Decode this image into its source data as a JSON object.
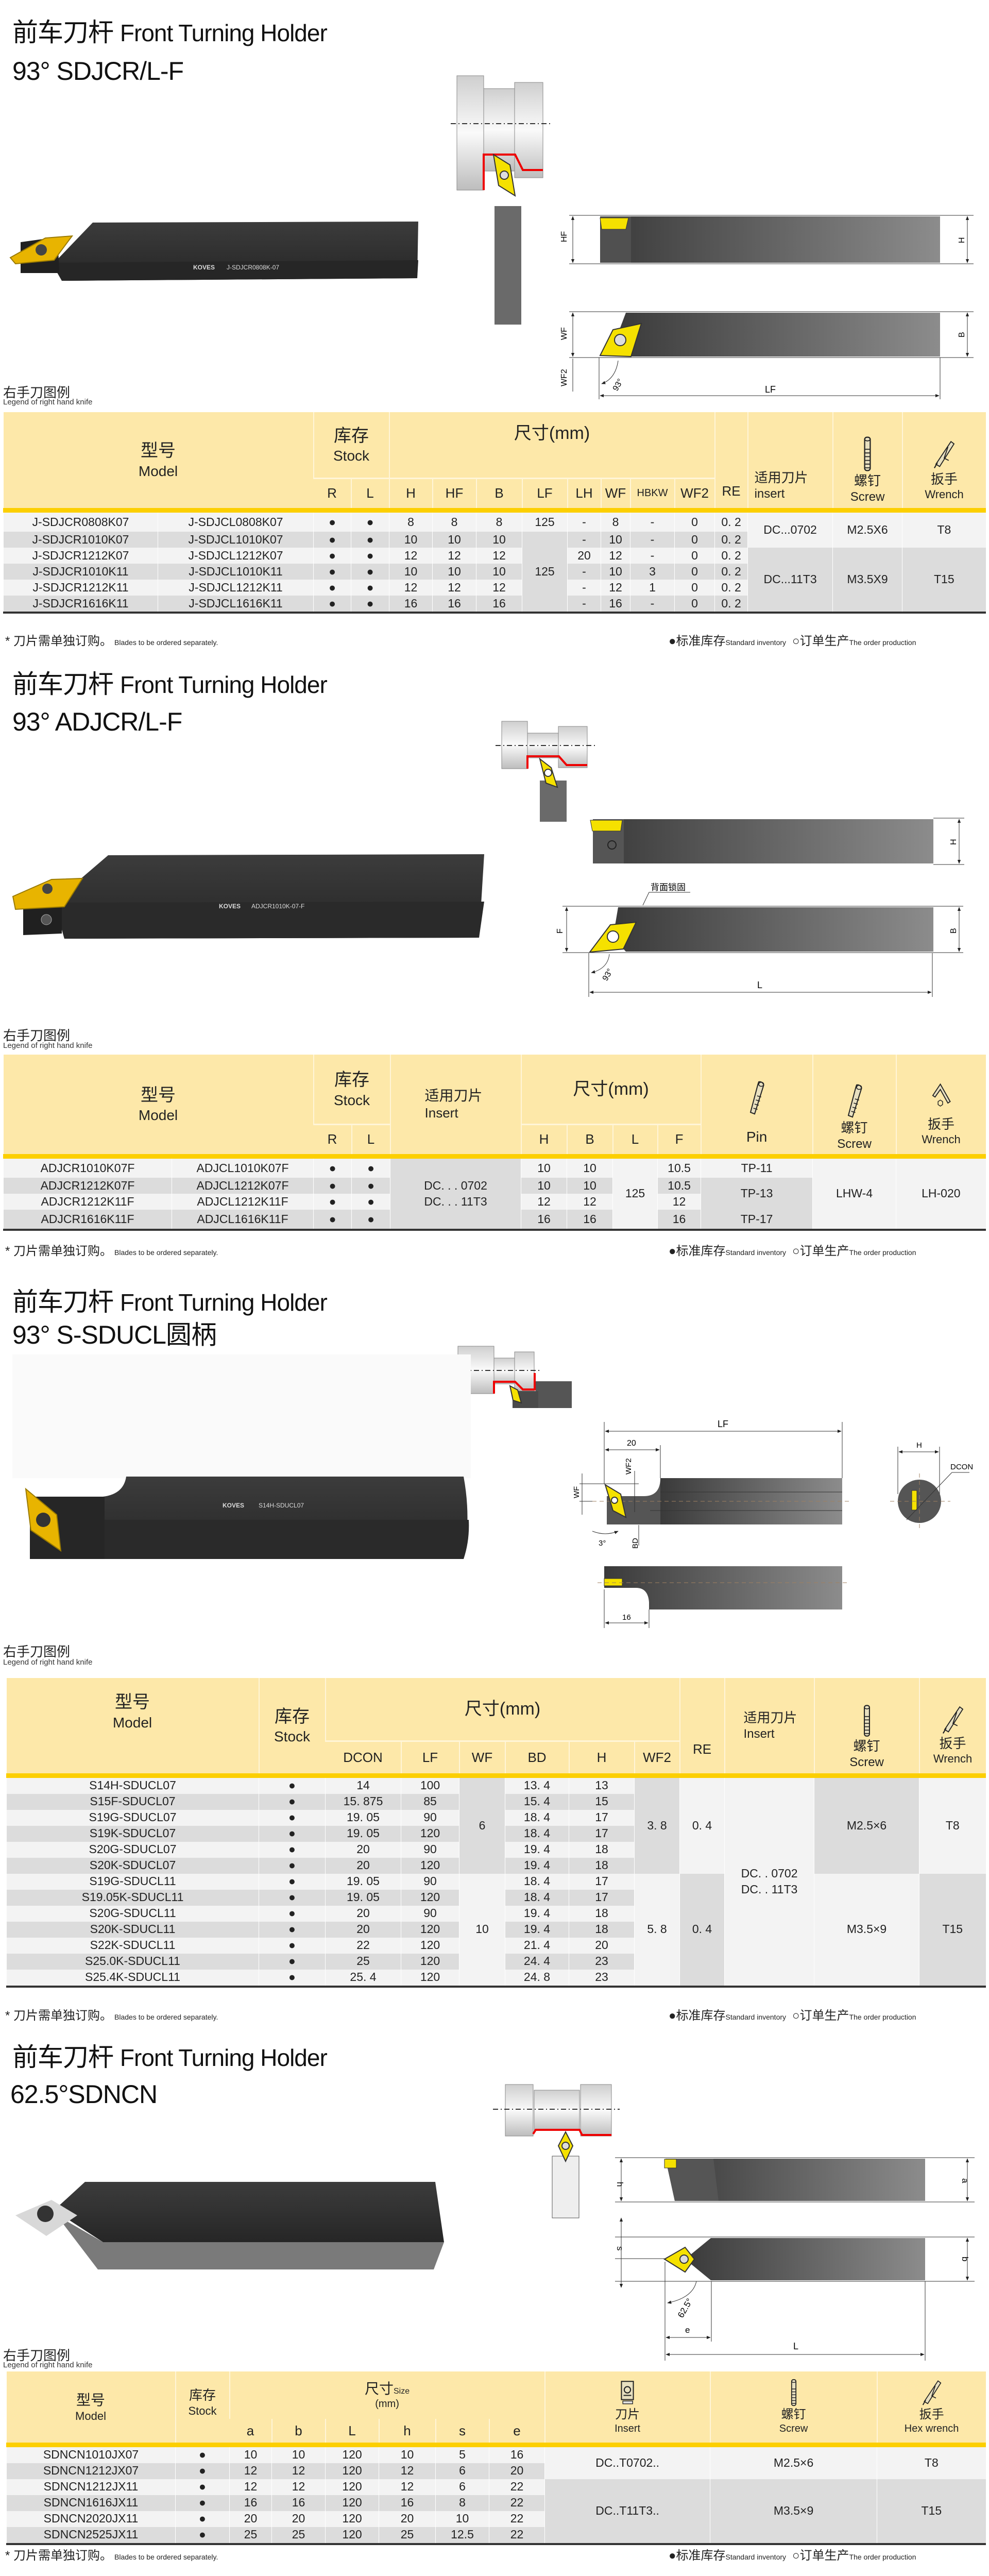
{
  "common": {
    "title_cn": "前车刀杆",
    "title_en": "Front Turning Holder",
    "legend_cn": "右手刀图例",
    "legend_en": "Legend of right hand knife",
    "brand": "KOVES",
    "footnote_cn": "* 刀片需单独订购。",
    "footnote_en": "Blades to be ordered separately.",
    "std_cn": "●标准库存",
    "std_en": "Standard inventory",
    "order_cn": "○订单生产",
    "order_en": "The order production",
    "model_cn": "型号",
    "model_en": "Model",
    "stock_cn": "库存",
    "stock_en": "Stock",
    "size_mm": "尺寸(mm)",
    "insert_cn": "适用刀片",
    "screw_cn": "螺钉",
    "screw_en": "Screw",
    "wrench_cn": "扳手",
    "wrench_en": "Wrench",
    "colors": {
      "header": "#fde8a9",
      "header_rule": "#fccf00",
      "row_light": "#f3f3f3",
      "row_dark": "#dcdcdc",
      "insert": "#f5e100"
    }
  },
  "sections": [
    {
      "subtitle": "93° SDJCR/L-F",
      "engraving": "J-SDJCR0808K-07",
      "diagram_labels": {
        "hf": "HF",
        "h": "H",
        "wf": "WF",
        "wf2": "WF2",
        "b": "B",
        "angle": "93°",
        "lf": "LF"
      },
      "table": {
        "headers": {
          "r": "R",
          "l": "L",
          "cols": [
            "H",
            "HF",
            "B",
            "LF",
            "LH",
            "WF",
            "HBKW",
            "WF2",
            "RE"
          ],
          "insert_en": "insert"
        },
        "rows": [
          [
            "J-SDJCR0808K07",
            "J-SDJCL0808K07",
            "●",
            "●",
            "8",
            "8",
            "8",
            "-",
            "8",
            "-",
            "0",
            "0. 2"
          ],
          [
            "J-SDJCR1010K07",
            "J-SDJCL1010K07",
            "●",
            "●",
            "10",
            "10",
            "10",
            "-",
            "10",
            "-",
            "0",
            "0. 2"
          ],
          [
            "J-SDJCR1212K07",
            "J-SDJCL1212K07",
            "●",
            "●",
            "12",
            "12",
            "12",
            "20",
            "12",
            "-",
            "0",
            "0. 2"
          ],
          [
            "J-SDJCR1010K11",
            "J-SDJCL1010K11",
            "●",
            "●",
            "10",
            "10",
            "10",
            "-",
            "10",
            "3",
            "0",
            "0. 2"
          ],
          [
            "J-SDJCR1212K11",
            "J-SDJCL1212K11",
            "●",
            "●",
            "12",
            "12",
            "12",
            "-",
            "12",
            "1",
            "0",
            "0. 2"
          ],
          [
            "J-SDJCR1616K11",
            "J-SDJCL1616K11",
            "●",
            "●",
            "16",
            "16",
            "16",
            "-",
            "16",
            "-",
            "0",
            "0. 2"
          ]
        ],
        "groups": {
          "lf": [
            {
              "span": 1,
              "lines": [
                "125"
              ]
            },
            {
              "span": 5,
              "lines": [
                "125"
              ]
            }
          ],
          "insert": [
            {
              "span": 2,
              "lines": [
                "DC...0702"
              ]
            },
            {
              "span": 4,
              "lines": [
                "DC...11T3"
              ]
            }
          ],
          "screw": [
            {
              "span": 2,
              "lines": [
                "M2.5X6"
              ]
            },
            {
              "span": 4,
              "lines": [
                "M3.5X9"
              ]
            }
          ],
          "wrench": [
            {
              "span": 2,
              "lines": [
                "T8"
              ]
            },
            {
              "span": 4,
              "lines": [
                "T15"
              ]
            }
          ]
        }
      }
    },
    {
      "subtitle": "93° ADJCR/L-F",
      "engraving": "ADJCR1010K-07-F",
      "diagram_labels": {
        "h": "H",
        "f": "F",
        "b": "B",
        "angle": "93°",
        "l": "L",
        "back_lock": "背面锁固"
      },
      "table": {
        "headers": {
          "r": "R",
          "l": "L",
          "insert_en": "Insert",
          "cols": [
            "H",
            "B",
            "L",
            "F"
          ],
          "pin": "Pin"
        },
        "rows": [
          [
            "ADJCR1010K07F",
            "ADJCL1010K07F",
            "●",
            "●",
            "10",
            "10",
            "10.5"
          ],
          [
            "ADJCR1212K07F",
            "ADJCL1212K07F",
            "●",
            "●",
            "10",
            "10",
            "10.5"
          ],
          [
            "ADJCR1212K11F",
            "ADJCL1212K11F",
            "●",
            "●",
            "12",
            "12",
            "12"
          ],
          [
            "ADJCR1616K11F",
            "ADJCL1616K11F",
            "●",
            "●",
            "16",
            "16",
            "16"
          ]
        ],
        "groups": {
          "insert": [
            {
              "span": 4,
              "lines": [
                "DC. . . 0702",
                "DC. . . 11T3"
              ]
            }
          ],
          "len": [
            {
              "span": 4,
              "lines": [
                "125"
              ]
            }
          ],
          "pin": [
            {
              "span": 1,
              "lines": [
                "TP-11"
              ]
            },
            {
              "span": 2,
              "lines": [
                "TP-13"
              ]
            },
            {
              "span": 1,
              "lines": [
                "TP-17"
              ]
            }
          ],
          "screw": [
            {
              "span": 4,
              "lines": [
                "LHW-4"
              ]
            }
          ],
          "wrench": [
            {
              "span": 4,
              "lines": [
                "LH-020"
              ]
            }
          ]
        }
      }
    },
    {
      "subtitle": "93° S-SDUCL圆柄",
      "engraving": "S14H-SDUCL07",
      "diagram_labels": {
        "lf": "LF",
        "d20": "20",
        "wf2": "WF2",
        "wf": "WF",
        "angle": "3°",
        "bd": "BD",
        "h": "H",
        "dcon": "DCON",
        "d16": "16"
      },
      "table": {
        "headers": {
          "insert_en": "Insert",
          "cols": [
            "DCON",
            "LF",
            "WF",
            "BD",
            "H",
            "WF2",
            "RE"
          ]
        },
        "rows": [
          [
            "S14H-SDUCL07",
            "●",
            "14",
            "100",
            "13. 4",
            "13"
          ],
          [
            "S15F-SDUCL07",
            "●",
            "15. 875",
            "85",
            "15. 4",
            "15"
          ],
          [
            "S19G-SDUCL07",
            "●",
            "19. 05",
            "90",
            "18. 4",
            "17"
          ],
          [
            "S19K-SDUCL07",
            "●",
            "19. 05",
            "120",
            "18. 4",
            "17"
          ],
          [
            "S20G-SDUCL07",
            "●",
            "20",
            "90",
            "19. 4",
            "18"
          ],
          [
            "S20K-SDUCL07",
            "●",
            "20",
            "120",
            "19. 4",
            "18"
          ],
          [
            "S19G-SDUCL11",
            "●",
            "19. 05",
            "90",
            "18. 4",
            "17"
          ],
          [
            "S19.05K-SDUCL11",
            "●",
            "19. 05",
            "120",
            "18. 4",
            "17"
          ],
          [
            "S20G-SDUCL11",
            "●",
            "20",
            "90",
            "19. 4",
            "18"
          ],
          [
            "S20K-SDUCL11",
            "●",
            "20",
            "120",
            "19. 4",
            "18"
          ],
          [
            "S22K-SDUCL11",
            "●",
            "22",
            "120",
            "21. 4",
            "20"
          ],
          [
            "S25.0K-SDUCL11",
            "●",
            "25",
            "120",
            "24. 4",
            "23"
          ],
          [
            "S25.4K-SDUCL11",
            "●",
            "25. 4",
            "120",
            "24. 8",
            "23"
          ]
        ],
        "groups": {
          "wf": [
            {
              "span": 6,
              "lines": [
                "6"
              ]
            },
            {
              "span": 7,
              "lines": [
                "10"
              ]
            }
          ],
          "wf2": [
            {
              "span": 6,
              "lines": [
                "3. 8"
              ]
            },
            {
              "span": 7,
              "lines": [
                "5. 8"
              ]
            }
          ],
          "re": [
            {
              "span": 6,
              "lines": [
                "0. 4"
              ]
            },
            {
              "span": 7,
              "lines": [
                "0. 4"
              ]
            }
          ],
          "insert": [
            {
              "span": 13,
              "lines": [
                "DC. . 0702",
                "DC. . 11T3"
              ]
            }
          ],
          "screw": [
            {
              "span": 6,
              "lines": [
                "M2.5×6"
              ]
            },
            {
              "span": 7,
              "lines": [
                "M3.5×9"
              ]
            }
          ],
          "wrench": [
            {
              "span": 6,
              "lines": [
                "T8"
              ]
            },
            {
              "span": 7,
              "lines": [
                "T15"
              ]
            }
          ]
        }
      }
    },
    {
      "subtitle": "62.5°SDNCN",
      "diagram_labels": {
        "h": "h",
        "a": "a",
        "s": "s",
        "b": "b",
        "angle": "62.5°",
        "e": "e",
        "l": "L"
      },
      "table": {
        "headers": {
          "size_cn": "尺寸",
          "size_en": "Size",
          "mm": "(mm)",
          "cols": [
            "a",
            "b",
            "L",
            "h",
            "s",
            "e"
          ],
          "insert_cn": "刀片",
          "insert_en": "Insert",
          "wrench_en": "Hex wrench"
        },
        "rows": [
          [
            "SDNCN1010JX07",
            "●",
            "10",
            "10",
            "120",
            "10",
            "5",
            "16"
          ],
          [
            "SDNCN1212JX07",
            "●",
            "12",
            "12",
            "120",
            "12",
            "6",
            "20"
          ],
          [
            "SDNCN1212JX11",
            "●",
            "12",
            "12",
            "120",
            "12",
            "6",
            "22"
          ],
          [
            "SDNCN1616JX11",
            "●",
            "16",
            "16",
            "120",
            "16",
            "8",
            "22"
          ],
          [
            "SDNCN2020JX11",
            "●",
            "20",
            "20",
            "120",
            "20",
            "10",
            "22"
          ],
          [
            "SDNCN2525JX11",
            "●",
            "25",
            "25",
            "120",
            "25",
            "12.5",
            "22"
          ]
        ],
        "groups": {
          "insert": [
            {
              "span": 2,
              "lines": [
                "DC..T0702.."
              ]
            },
            {
              "span": 4,
              "lines": [
                "DC..T11T3.."
              ]
            }
          ],
          "screw": [
            {
              "span": 2,
              "lines": [
                "M2.5×6"
              ]
            },
            {
              "span": 4,
              "lines": [
                "M3.5×9"
              ]
            }
          ],
          "wrench": [
            {
              "span": 2,
              "lines": [
                "T8"
              ]
            },
            {
              "span": 4,
              "lines": [
                "T15"
              ]
            }
          ]
        }
      }
    }
  ]
}
